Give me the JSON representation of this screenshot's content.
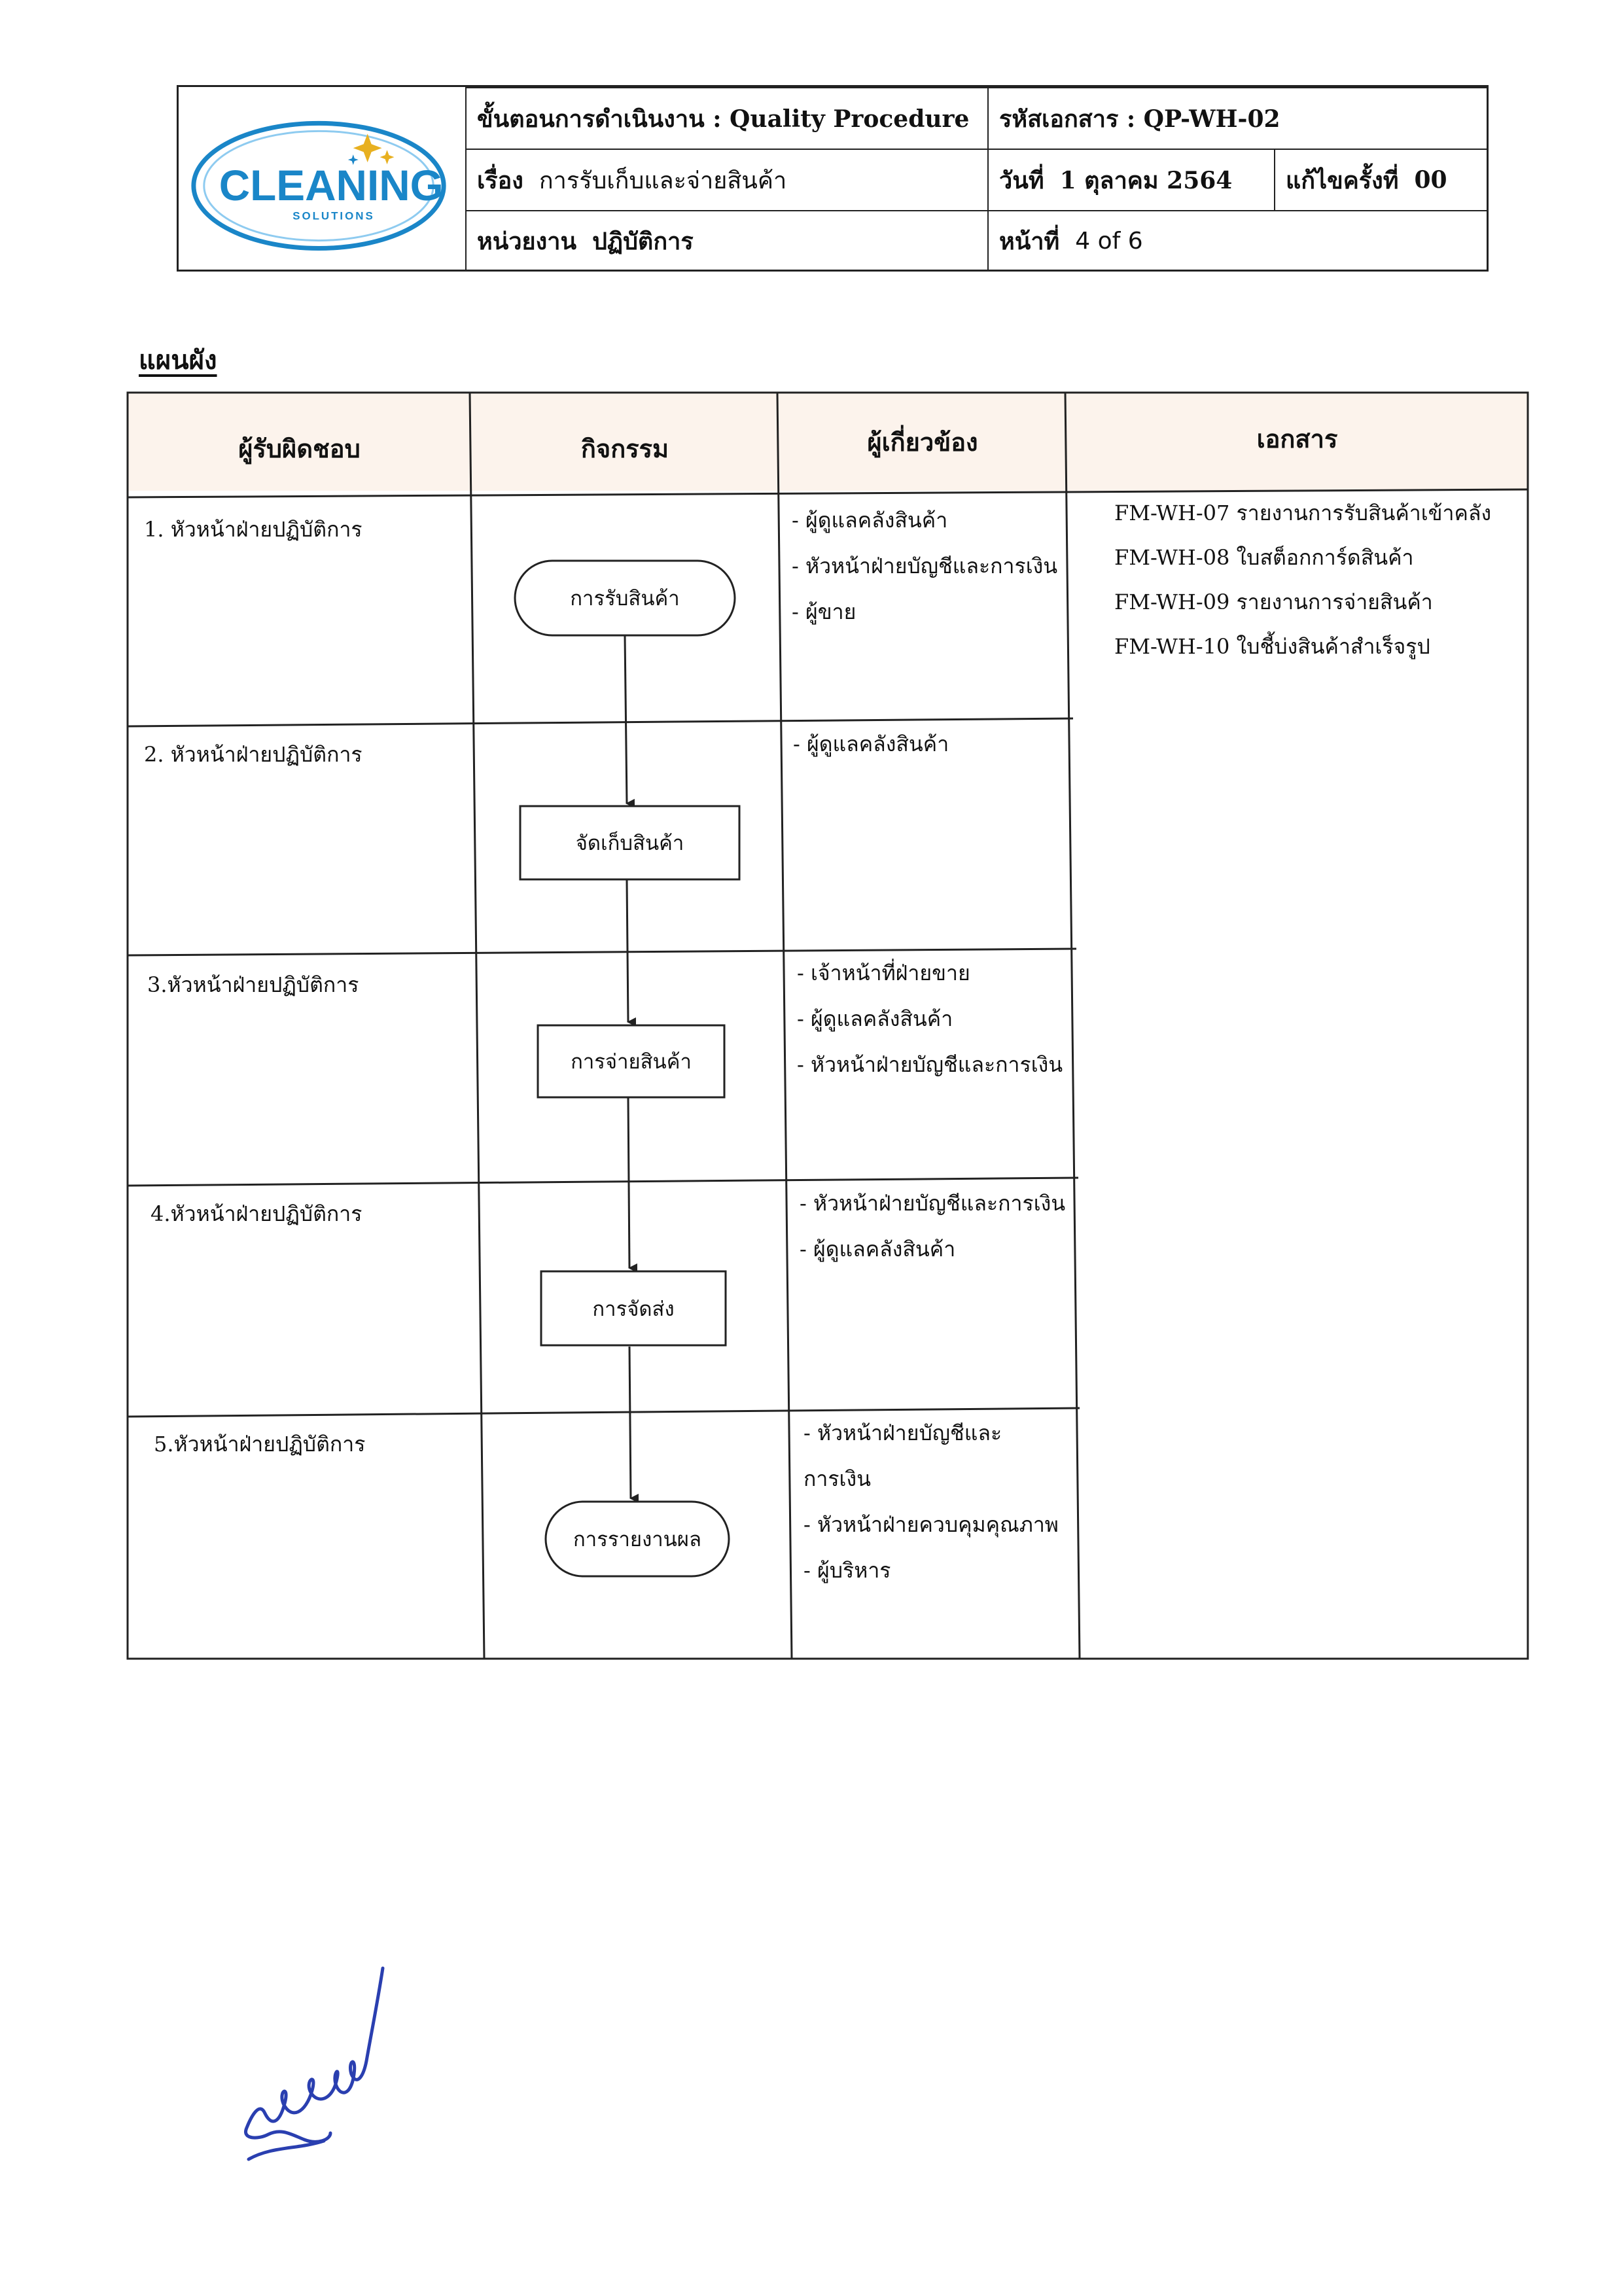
{
  "header": {
    "logo_text": "CLEANING",
    "logo_sub": "SOLUTIONS",
    "procedure_label": "ขั้นตอนการดำเนินงาน : Quality Procedure",
    "doc_code_label": "รหัสเอกสาร : QP-WH-02",
    "subject_label": "เรื่อง",
    "subject_value": "การรับเก็บและจ่ายสินค้า",
    "date_label": "วันที่",
    "date_value": "1 ตุลาคม 2564",
    "revision_label": "แก้ไขครั้งที่",
    "revision_value": "00",
    "unit_label": "หน่วยงาน",
    "unit_value": "ปฏิบัติการ",
    "page_label": "หน้าที่",
    "page_value": "4 of 6"
  },
  "section_title": "แผนผัง",
  "table": {
    "headers": [
      "ผู้รับผิดชอบ",
      "กิจกรรม",
      "ผู้เกี่ยวข้อง",
      "เอกสาร"
    ],
    "header_bg": "#fcf3ec",
    "rows": [
      {
        "responsible": "1. หัวหน้าฝ่ายปฏิบัติการ",
        "activity": "การรับสินค้า",
        "shape": "terminator",
        "parties": [
          "- ผู้ดูแลคลังสินค้า",
          "- หัวหน้าฝ่ายบัญชีและการเงิน",
          "- ผู้ขาย"
        ]
      },
      {
        "responsible": "2. หัวหน้าฝ่ายปฏิบัติการ",
        "activity": "จัดเก็บสินค้า",
        "shape": "process",
        "parties": [
          "- ผู้ดูแลคลังสินค้า"
        ]
      },
      {
        "responsible": "3.หัวหน้าฝ่ายปฏิบัติการ",
        "activity": "การจ่ายสินค้า",
        "shape": "process",
        "parties": [
          "- เจ้าหน้าที่ฝ่ายขาย",
          "- ผู้ดูแลคลังสินค้า",
          "- หัวหน้าฝ่ายบัญชีและการเงิน"
        ]
      },
      {
        "responsible": "4.หัวหน้าฝ่ายปฏิบัติการ",
        "activity": "การจัดส่ง",
        "shape": "process",
        "parties": [
          "- หัวหน้าฝ่ายบัญชีและการเงิน",
          "- ผู้ดูแลคลังสินค้า"
        ]
      },
      {
        "responsible": "5.หัวหน้าฝ่ายปฏิบัติการ",
        "activity": "การรายงานผล",
        "shape": "terminator",
        "parties": [
          "-  หัวหน้าฝ่ายบัญชีและ",
          "การเงิน",
          "-  หัวหน้าฝ่ายควบคุมคุณภาพ",
          "-  ผู้บริหาร"
        ]
      }
    ],
    "documents": [
      "FM-WH-07 รายงานการรับสินค้าเข้าคลัง",
      "FM-WH-08 ใบสต็อกการ์ดสินค้า",
      "FM-WH-09 รายงานการจ่ายสินค้า",
      "FM-WH-10 ใบชี้บ่งสินค้าสำเร็จรูป"
    ]
  },
  "colors": {
    "logo_blue": "#1a86c8",
    "logo_star": "#e8b020",
    "signature": "#2a3fb0"
  }
}
